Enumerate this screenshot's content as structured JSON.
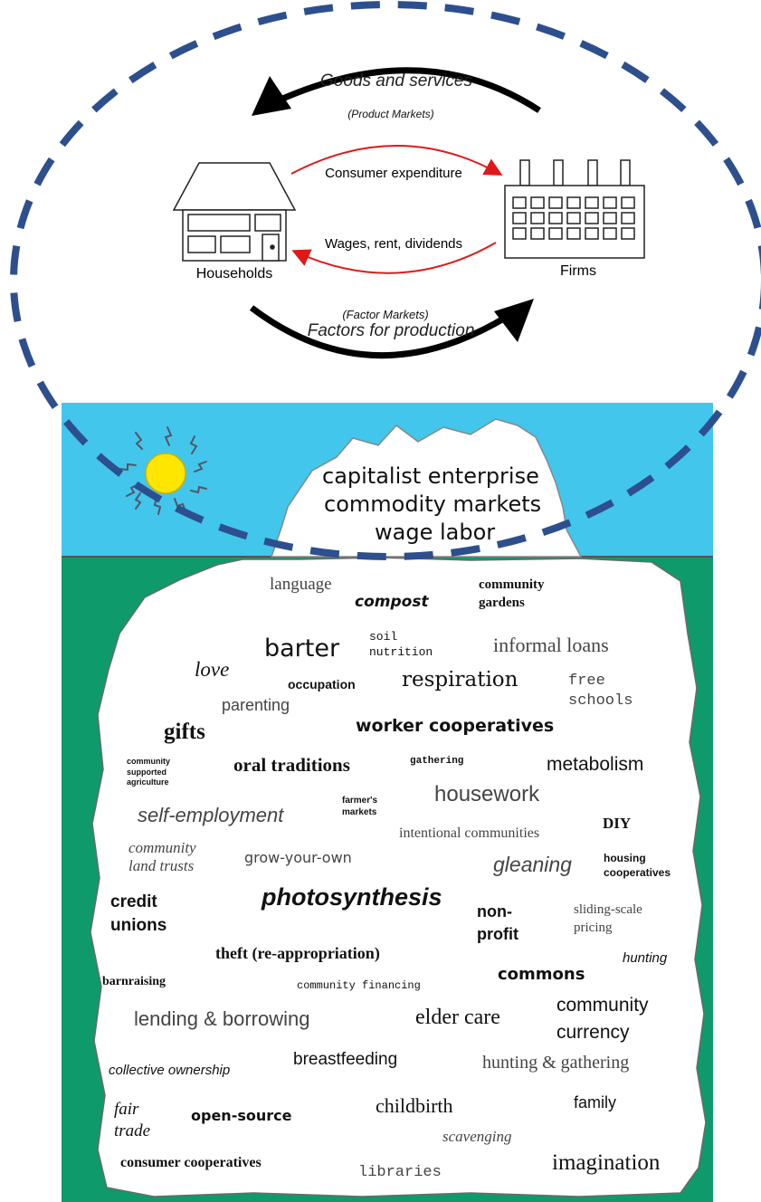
{
  "circular_flow": {
    "households_label": "Households",
    "firms_label": "Firms",
    "goods_label": "Goods and services",
    "product_markets_label": "(Product Markets)",
    "consumer_expenditure_label": "Consumer expenditure",
    "wages_label": "Wages, rent, dividends",
    "factor_markets_label": "(Factor Markets)",
    "factors_label": "Factors for production"
  },
  "iceberg": {
    "above_water": [
      "capitalist enterprise",
      "commodity markets",
      "wage labor"
    ],
    "below_water": [
      "language",
      "compost",
      "community gardens",
      "barter",
      "soil nutrition",
      "informal loans",
      "love",
      "occupation",
      "respiration",
      "free schools",
      "parenting",
      "gifts",
      "worker cooperatives",
      "community supported agriculture",
      "oral traditions",
      "gathering",
      "metabolism",
      "farmer's markets",
      "housework",
      "self-employment",
      "intentional communities",
      "DIY",
      "community land trusts",
      "grow-your-own",
      "gleaning",
      "housing cooperatives",
      "credit unions",
      "photosynthesis",
      "non-profit",
      "sliding-scale pricing",
      "theft (re-appropriation)",
      "hunting",
      "barnraising",
      "community financing",
      "commons",
      "lending & borrowing",
      "elder care",
      "community currency",
      "collective ownership",
      "breastfeeding",
      "hunting & gathering",
      "fair trade",
      "open-source",
      "childbirth",
      "family",
      "scavenging",
      "consumer cooperatives",
      "libraries",
      "imagination"
    ]
  },
  "colors": {
    "sky": "#42c6ec",
    "water": "#0e9a6a",
    "iceberg": "#ffffff",
    "ellipse_dash": "#2d4f8e",
    "red_arrow": "#e01818",
    "sun": "#ffe600"
  }
}
